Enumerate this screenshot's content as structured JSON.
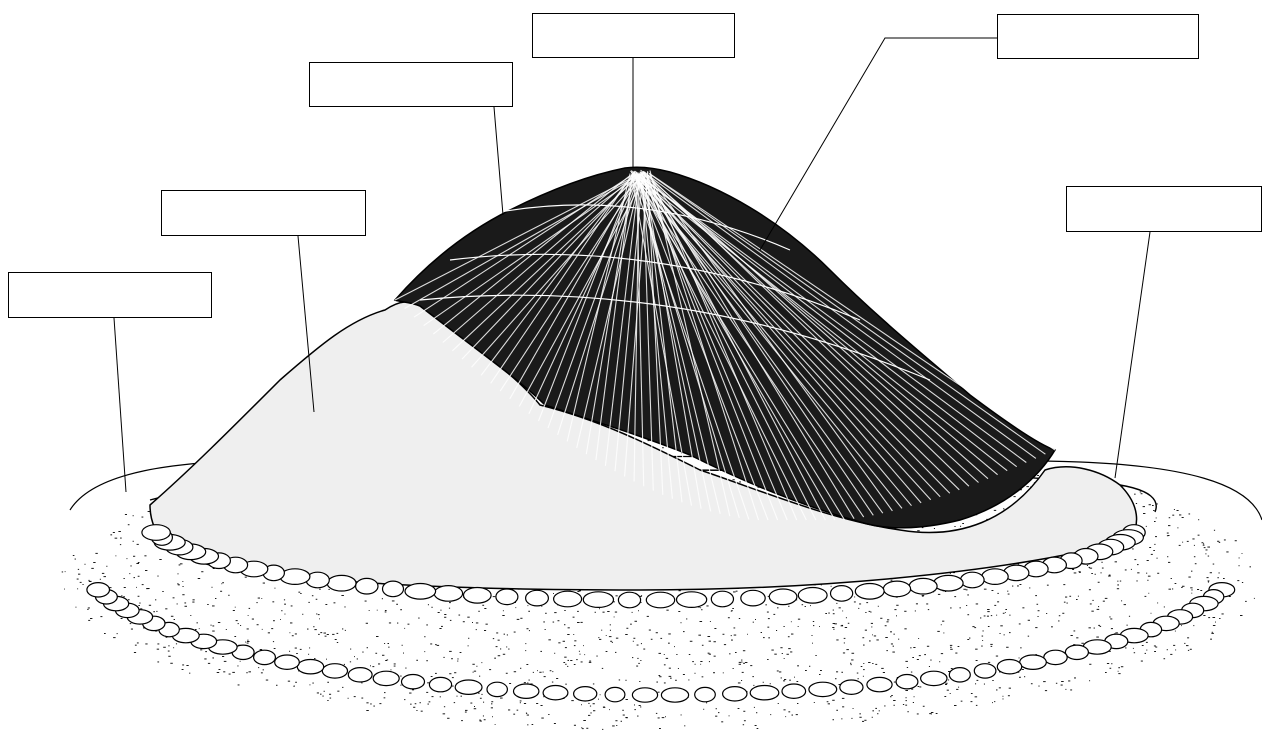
{
  "diagram": {
    "labels": [
      {
        "id": "label-1",
        "text": ""
      },
      {
        "id": "label-2",
        "text": ""
      },
      {
        "id": "label-3",
        "text": ""
      },
      {
        "id": "label-4",
        "text": ""
      },
      {
        "id": "label-5",
        "text": ""
      },
      {
        "id": "label-6",
        "text": ""
      }
    ]
  },
  "colors": {
    "ink": "#000000",
    "paper": "#ffffff",
    "soil_tone": "#efefef"
  }
}
